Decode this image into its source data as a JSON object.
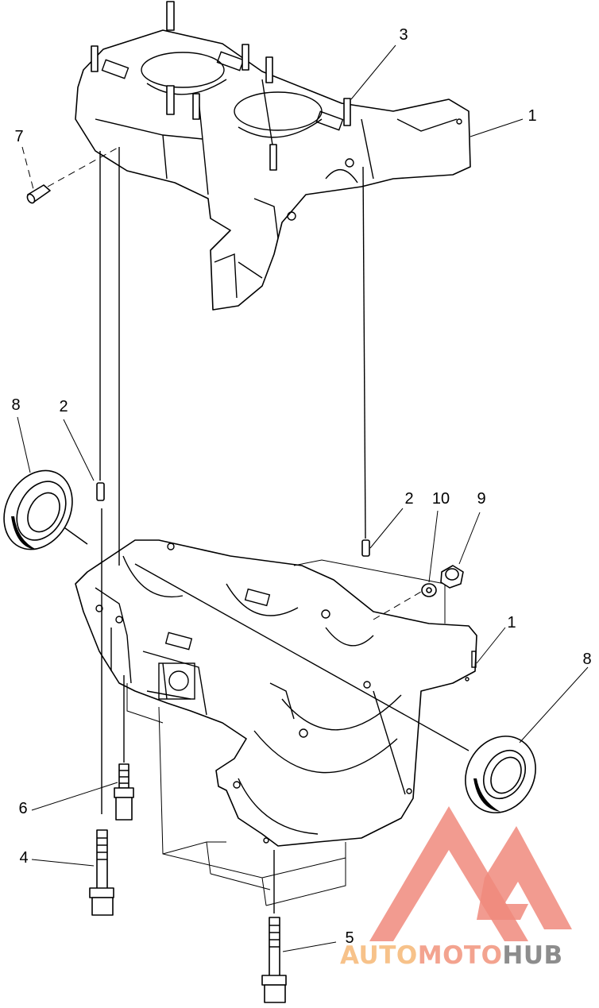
{
  "callouts": [
    {
      "id": "1",
      "label": "1"
    },
    {
      "id": "1",
      "label": "1"
    },
    {
      "id": "2",
      "label": "2"
    },
    {
      "id": "2",
      "label": "2"
    },
    {
      "id": "3",
      "label": "3"
    },
    {
      "id": "4",
      "label": "4"
    },
    {
      "id": "5",
      "label": "5"
    },
    {
      "id": "6",
      "label": "6"
    },
    {
      "id": "7",
      "label": "7"
    },
    {
      "id": "8",
      "label": "8"
    },
    {
      "id": "8",
      "label": "8"
    },
    {
      "id": "9",
      "label": "9"
    },
    {
      "id": "10",
      "label": "10"
    }
  ],
  "watermark": {
    "word_1": "AUTO",
    "word_2": "MOTO",
    "word_3": "HUB",
    "colors": {
      "auto": "#f7c28a",
      "moto": "#f3a38f",
      "hub": "#8d8d8d",
      "triangle": "#f08a7c"
    }
  }
}
